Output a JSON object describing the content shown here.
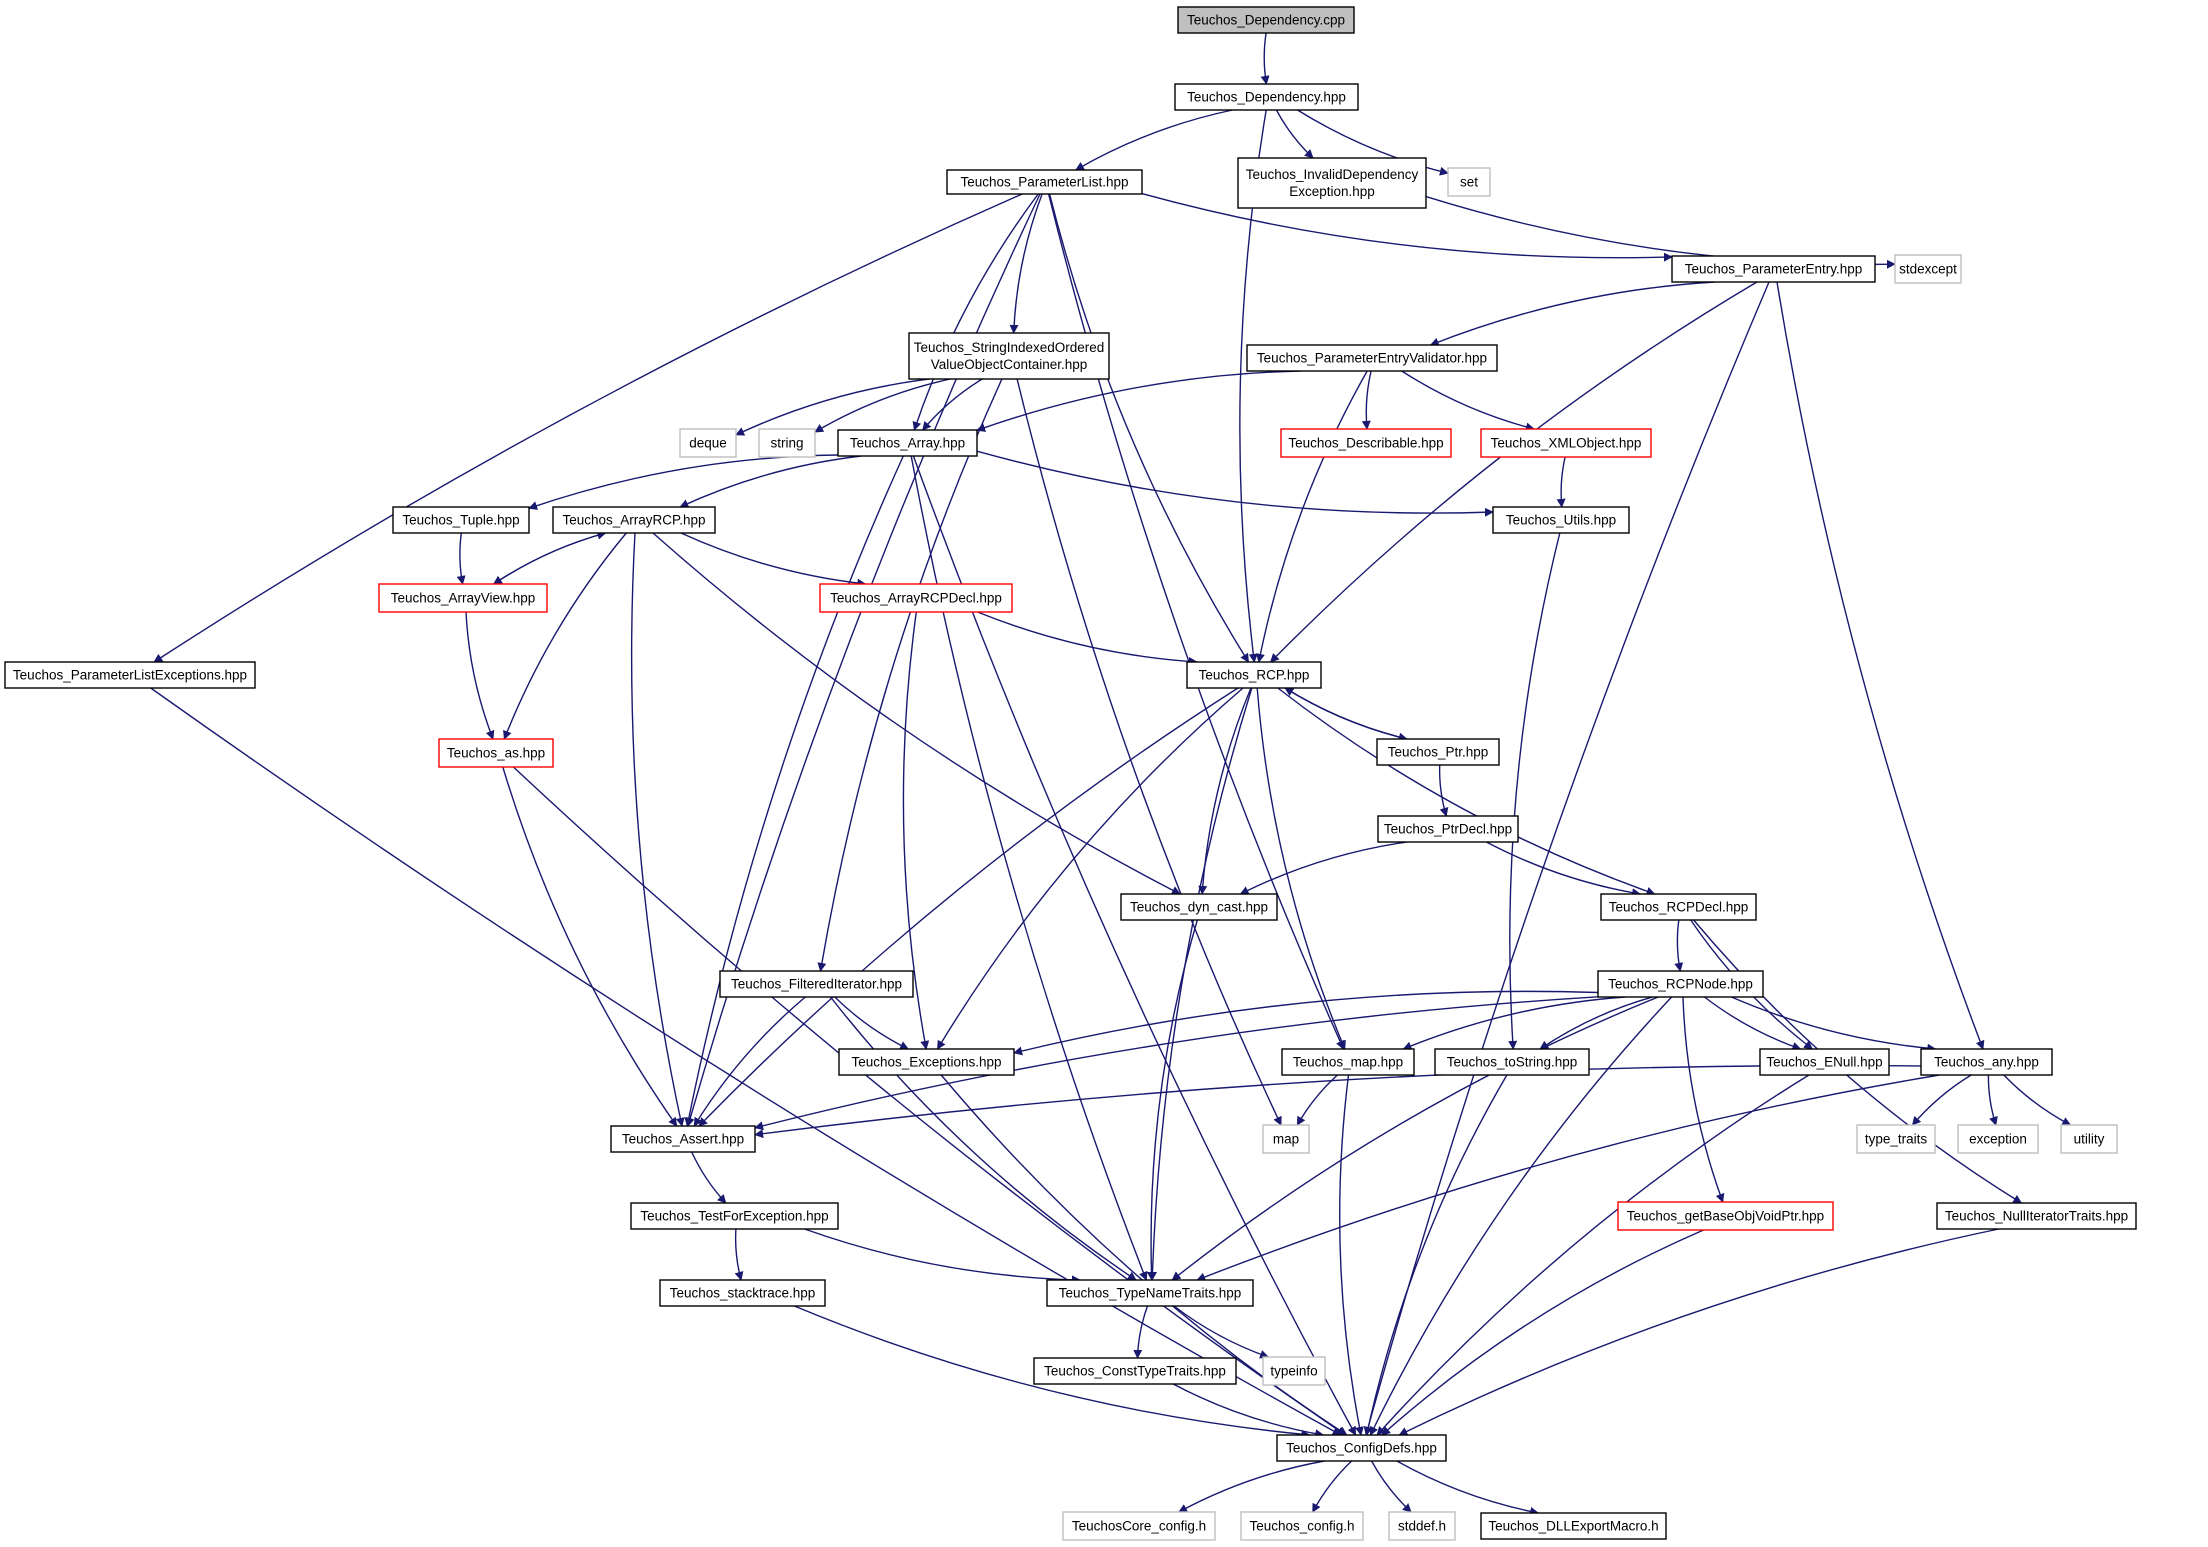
{
  "colors": {
    "edge": "#191970",
    "border_normal": "#000000",
    "border_system": "#bfbfbf",
    "border_truncated": "#ff0000",
    "fill_root": "#bfbfbf",
    "fill_default": "#ffffff"
  },
  "nodes": [
    {
      "id": "dependency_cpp",
      "kind": "root",
      "lines": [
        "Teuchos_Dependency.cpp"
      ]
    },
    {
      "id": "dependency_hpp",
      "kind": "normal",
      "lines": [
        "Teuchos_Dependency.hpp"
      ]
    },
    {
      "id": "parameterlist",
      "kind": "normal",
      "lines": [
        "Teuchos_ParameterList.hpp"
      ]
    },
    {
      "id": "invaliddep",
      "kind": "normal",
      "lines": [
        "Teuchos_InvalidDependency",
        "Exception.hpp"
      ]
    },
    {
      "id": "set",
      "kind": "system",
      "lines": [
        "set"
      ]
    },
    {
      "id": "stdexcept",
      "kind": "system",
      "lines": [
        "stdexcept"
      ]
    },
    {
      "id": "parameterentry",
      "kind": "normal",
      "lines": [
        "Teuchos_ParameterEntry.hpp"
      ]
    },
    {
      "id": "stringindexed",
      "kind": "normal",
      "lines": [
        "Teuchos_StringIndexedOrdered",
        "ValueObjectContainer.hpp"
      ]
    },
    {
      "id": "validator",
      "kind": "normal",
      "lines": [
        "Teuchos_ParameterEntryValidator.hpp"
      ]
    },
    {
      "id": "deque",
      "kind": "system",
      "lines": [
        "deque"
      ]
    },
    {
      "id": "string",
      "kind": "system",
      "lines": [
        "string"
      ]
    },
    {
      "id": "array",
      "kind": "normal",
      "lines": [
        "Teuchos_Array.hpp"
      ]
    },
    {
      "id": "describable",
      "kind": "truncated",
      "lines": [
        "Teuchos_Describable.hpp"
      ]
    },
    {
      "id": "xmlobject",
      "kind": "truncated",
      "lines": [
        "Teuchos_XMLObject.hpp"
      ]
    },
    {
      "id": "tuple",
      "kind": "normal",
      "lines": [
        "Teuchos_Tuple.hpp"
      ]
    },
    {
      "id": "arrayrcp",
      "kind": "normal",
      "lines": [
        "Teuchos_ArrayRCP.hpp"
      ]
    },
    {
      "id": "utils",
      "kind": "normal",
      "lines": [
        "Teuchos_Utils.hpp"
      ]
    },
    {
      "id": "arrayview",
      "kind": "truncated",
      "lines": [
        "Teuchos_ArrayView.hpp"
      ]
    },
    {
      "id": "arrayrcpdecl",
      "kind": "truncated",
      "lines": [
        "Teuchos_ArrayRCPDecl.hpp"
      ]
    },
    {
      "id": "plexceptions",
      "kind": "normal",
      "lines": [
        "Teuchos_ParameterListExceptions.hpp"
      ]
    },
    {
      "id": "rcp",
      "kind": "normal",
      "lines": [
        "Teuchos_RCP.hpp"
      ]
    },
    {
      "id": "as",
      "kind": "truncated",
      "lines": [
        "Teuchos_as.hpp"
      ]
    },
    {
      "id": "ptr",
      "kind": "normal",
      "lines": [
        "Teuchos_Ptr.hpp"
      ]
    },
    {
      "id": "ptrdecl",
      "kind": "normal",
      "lines": [
        "Teuchos_PtrDecl.hpp"
      ]
    },
    {
      "id": "dyncast",
      "kind": "normal",
      "lines": [
        "Teuchos_dyn_cast.hpp"
      ]
    },
    {
      "id": "rcpdecl",
      "kind": "normal",
      "lines": [
        "Teuchos_RCPDecl.hpp"
      ]
    },
    {
      "id": "filterediter",
      "kind": "normal",
      "lines": [
        "Teuchos_FilteredIterator.hpp"
      ]
    },
    {
      "id": "rcpnode",
      "kind": "normal",
      "lines": [
        "Teuchos_RCPNode.hpp"
      ]
    },
    {
      "id": "exceptions",
      "kind": "normal",
      "lines": [
        "Teuchos_Exceptions.hpp"
      ]
    },
    {
      "id": "tmap",
      "kind": "normal",
      "lines": [
        "Teuchos_map.hpp"
      ]
    },
    {
      "id": "tostring",
      "kind": "normal",
      "lines": [
        "Teuchos_toString.hpp"
      ]
    },
    {
      "id": "enull",
      "kind": "normal",
      "lines": [
        "Teuchos_ENull.hpp"
      ]
    },
    {
      "id": "any",
      "kind": "normal",
      "lines": [
        "Teuchos_any.hpp"
      ]
    },
    {
      "id": "assert",
      "kind": "normal",
      "lines": [
        "Teuchos_Assert.hpp"
      ]
    },
    {
      "id": "map",
      "kind": "system",
      "lines": [
        "map"
      ]
    },
    {
      "id": "type_traits",
      "kind": "system",
      "lines": [
        "type_traits"
      ]
    },
    {
      "id": "exception",
      "kind": "system",
      "lines": [
        "exception"
      ]
    },
    {
      "id": "utility",
      "kind": "system",
      "lines": [
        "utility"
      ]
    },
    {
      "id": "testforexc",
      "kind": "normal",
      "lines": [
        "Teuchos_TestForException.hpp"
      ]
    },
    {
      "id": "getbaseobj",
      "kind": "truncated",
      "lines": [
        "Teuchos_getBaseObjVoidPtr.hpp"
      ]
    },
    {
      "id": "nulliter",
      "kind": "normal",
      "lines": [
        "Teuchos_NullIteratorTraits.hpp"
      ]
    },
    {
      "id": "stacktrace",
      "kind": "normal",
      "lines": [
        "Teuchos_stacktrace.hpp"
      ]
    },
    {
      "id": "typename",
      "kind": "normal",
      "lines": [
        "Teuchos_TypeNameTraits.hpp"
      ]
    },
    {
      "id": "consttype",
      "kind": "normal",
      "lines": [
        "Teuchos_ConstTypeTraits.hpp"
      ]
    },
    {
      "id": "typeinfo",
      "kind": "system",
      "lines": [
        "typeinfo"
      ]
    },
    {
      "id": "configdefs",
      "kind": "normal",
      "lines": [
        "Teuchos_ConfigDefs.hpp"
      ]
    },
    {
      "id": "coreconfig",
      "kind": "system",
      "lines": [
        "TeuchosCore_config.h"
      ]
    },
    {
      "id": "tconfig",
      "kind": "system",
      "lines": [
        "Teuchos_config.h"
      ]
    },
    {
      "id": "stddef",
      "kind": "system",
      "lines": [
        "stddef.h"
      ]
    },
    {
      "id": "dllexport",
      "kind": "normal",
      "lines": [
        "Teuchos_DLLExportMacro.h"
      ]
    }
  ],
  "edges": [
    [
      "dependency_cpp",
      "dependency_hpp"
    ],
    [
      "dependency_hpp",
      "parameterlist"
    ],
    [
      "dependency_hpp",
      "invaliddep"
    ],
    [
      "dependency_hpp",
      "set"
    ],
    [
      "dependency_hpp",
      "rcp"
    ],
    [
      "invaliddep",
      "stdexcept"
    ],
    [
      "parameterlist",
      "parameterentry"
    ],
    [
      "parameterlist",
      "stringindexed"
    ],
    [
      "parameterlist",
      "array"
    ],
    [
      "parameterlist",
      "rcp"
    ],
    [
      "parameterlist",
      "tmap"
    ],
    [
      "parameterlist",
      "assert"
    ],
    [
      "parameterlist",
      "plexceptions"
    ],
    [
      "parameterentry",
      "validator"
    ],
    [
      "parameterentry",
      "rcp"
    ],
    [
      "parameterentry",
      "any"
    ],
    [
      "parameterentry",
      "configdefs"
    ],
    [
      "validator",
      "array"
    ],
    [
      "validator",
      "describable"
    ],
    [
      "validator",
      "xmlobject"
    ],
    [
      "validator",
      "rcp"
    ],
    [
      "xmlobject",
      "utils"
    ],
    [
      "stringindexed",
      "deque"
    ],
    [
      "stringindexed",
      "string"
    ],
    [
      "stringindexed",
      "array"
    ],
    [
      "stringindexed",
      "filterediter"
    ],
    [
      "stringindexed",
      "map"
    ],
    [
      "array",
      "tuple"
    ],
    [
      "array",
      "arrayrcp"
    ],
    [
      "array",
      "utils"
    ],
    [
      "array",
      "assert"
    ],
    [
      "array",
      "typename"
    ],
    [
      "array",
      "configdefs"
    ],
    [
      "tuple",
      "arrayview"
    ],
    [
      "arrayrcp",
      "arrayview"
    ],
    [
      "arrayrcp",
      "arrayrcpdecl"
    ],
    [
      "arrayrcp",
      "as"
    ],
    [
      "arrayrcp",
      "assert"
    ],
    [
      "arrayrcp",
      "dyncast"
    ],
    [
      "arrayview",
      "arrayrcp"
    ],
    [
      "arrayview",
      "as"
    ],
    [
      "arrayrcpdecl",
      "rcp"
    ],
    [
      "arrayrcpdecl",
      "exceptions"
    ],
    [
      "utils",
      "tostring"
    ],
    [
      "plexceptions",
      "configdefs"
    ],
    [
      "as",
      "assert"
    ],
    [
      "as",
      "configdefs"
    ],
    [
      "rcp",
      "ptr"
    ],
    [
      "rcp",
      "rcpdecl"
    ],
    [
      "rcp",
      "dyncast"
    ],
    [
      "rcp",
      "exceptions"
    ],
    [
      "rcp",
      "tmap"
    ],
    [
      "rcp",
      "assert"
    ],
    [
      "rcp",
      "typename"
    ],
    [
      "ptr",
      "rcp"
    ],
    [
      "ptr",
      "ptrdecl"
    ],
    [
      "ptrdecl",
      "dyncast"
    ],
    [
      "ptrdecl",
      "rcpdecl"
    ],
    [
      "rcpdecl",
      "rcpnode"
    ],
    [
      "rcpdecl",
      "enull"
    ],
    [
      "rcpdecl",
      "nulliter"
    ],
    [
      "dyncast",
      "typename"
    ],
    [
      "filterediter",
      "exceptions"
    ],
    [
      "filterediter",
      "assert"
    ],
    [
      "filterediter",
      "typename"
    ],
    [
      "rcpnode",
      "exceptions"
    ],
    [
      "rcpnode",
      "tmap"
    ],
    [
      "rcpnode",
      "tostring"
    ],
    [
      "rcpnode",
      "enull"
    ],
    [
      "rcpnode",
      "any"
    ],
    [
      "rcpnode",
      "assert"
    ],
    [
      "rcpnode",
      "getbaseobj"
    ],
    [
      "rcpnode",
      "typename"
    ],
    [
      "rcpnode",
      "configdefs"
    ],
    [
      "any",
      "assert"
    ],
    [
      "any",
      "typename"
    ],
    [
      "any",
      "type_traits"
    ],
    [
      "any",
      "exception"
    ],
    [
      "any",
      "utility"
    ],
    [
      "tmap",
      "map"
    ],
    [
      "tmap",
      "configdefs"
    ],
    [
      "tostring",
      "configdefs"
    ],
    [
      "enull",
      "configdefs"
    ],
    [
      "exceptions",
      "configdefs"
    ],
    [
      "assert",
      "testforexc"
    ],
    [
      "testforexc",
      "stacktrace"
    ],
    [
      "testforexc",
      "typename"
    ],
    [
      "stacktrace",
      "configdefs"
    ],
    [
      "typename",
      "consttype"
    ],
    [
      "typename",
      "typeinfo"
    ],
    [
      "consttype",
      "configdefs"
    ],
    [
      "getbaseobj",
      "configdefs"
    ],
    [
      "nulliter",
      "configdefs"
    ],
    [
      "configdefs",
      "coreconfig"
    ],
    [
      "configdefs",
      "tconfig"
    ],
    [
      "configdefs",
      "stddef"
    ],
    [
      "configdefs",
      "dllexport"
    ]
  ]
}
